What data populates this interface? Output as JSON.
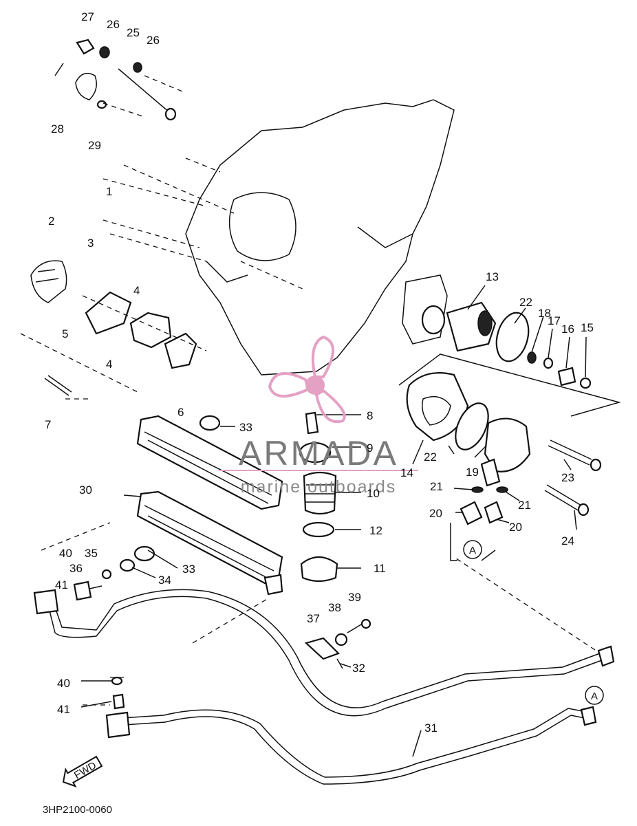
{
  "diagram": {
    "code": "3HP2100-0060",
    "fwd_label": "FWD",
    "ref_marker": "A",
    "labels": {
      "p1": "1",
      "p2": "2",
      "p3": "3",
      "p4": "4",
      "p5": "5",
      "p6": "6",
      "p7": "7",
      "p8": "8",
      "p9": "9",
      "p10": "10",
      "p11": "11",
      "p12": "12",
      "p13": "13",
      "p14": "14",
      "p15": "15",
      "p16": "16",
      "p17": "17",
      "p18": "18",
      "p19": "19",
      "p20": "20",
      "p21": "21",
      "p22": "22",
      "p23": "23",
      "p24": "24",
      "p25": "25",
      "p26": "26",
      "p27": "27",
      "p28": "28",
      "p29": "29",
      "p30": "30",
      "p31": "31",
      "p32": "32",
      "p33": "33",
      "p34": "34",
      "p35": "35",
      "p36": "36",
      "p37": "37",
      "p38": "38",
      "p39": "39",
      "p40": "40",
      "p41": "41"
    }
  },
  "watermark": {
    "brand": "ARMADA",
    "tagline": "marine outboards",
    "logo_color": "#e4a1c4",
    "text_color": "#7a7a7a"
  }
}
